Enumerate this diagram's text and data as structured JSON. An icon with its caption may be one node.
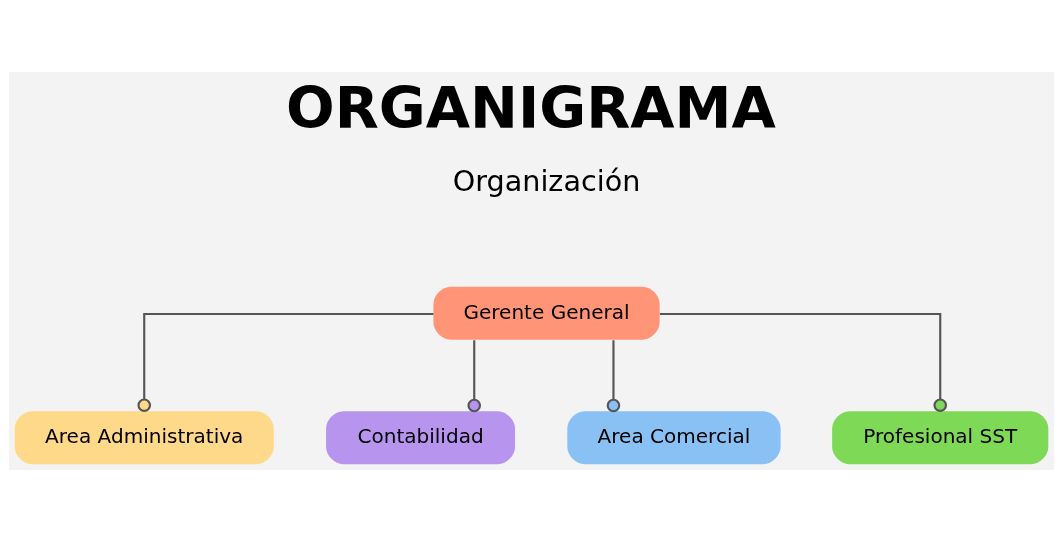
{
  "diagram": {
    "title": "ORGANIGRAMA",
    "nodes": [
      {
        "text": [
          "Gerente General"
        ]
      },
      {
        "text": [
          "Area Administrativa"
        ]
      },
      {
        "text": [
          "Contabilidad"
        ]
      },
      {
        "text": [
          "Area Comercial"
        ]
      },
      {
        "text": [
          "Profesional SST"
        ]
      }
    ],
    "edges": [
      {
        "from": 0,
        "to": 1,
        "arrow": "other"
      },
      {
        "from": 0,
        "to": 2,
        "arrow": "other"
      },
      {
        "from": 0,
        "to": 3,
        "arrow": "other"
      },
      {
        "from": 0,
        "to": 4,
        "arrow": "other"
      }
    ],
    "labels": [
      "Organización"
    ]
  }
}
